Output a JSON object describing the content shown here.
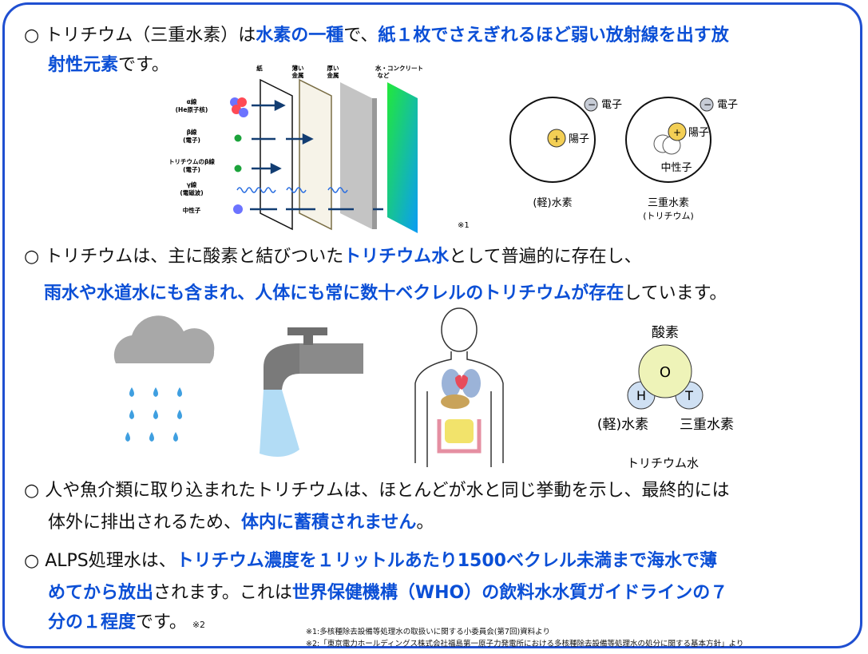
{
  "colors": {
    "accent": "#0b4fd6",
    "frame": "#1f4fd1"
  },
  "bullet": "○",
  "p1": {
    "a": "トリチウム（三重水素）は",
    "b": "水素の一種",
    "c": "で、",
    "d": "紙１枚でさえぎれるほど弱い放射線を出す放",
    "e": "射性元素",
    "f": "です。"
  },
  "radiation": {
    "barriers": [
      "紙",
      "薄い",
      "金属",
      "厚い",
      "金属",
      "水・コンクリート",
      "など"
    ],
    "rays": [
      "α線",
      "(He原子核)",
      "β線",
      "(電子)",
      "トリチウムのβ線",
      "(電子)",
      "γ線",
      "(電磁波)",
      "中性子"
    ],
    "note": "※1"
  },
  "atoms": {
    "electron": "電子",
    "proton": "陽子",
    "neutron": "中性子",
    "light": "(軽)水素",
    "tritium": "三重水素",
    "tritium_sub": "(トリチウム)"
  },
  "p2": {
    "a": "トリチウムは、主に酸素と結びついた",
    "b": "トリチウム水",
    "c": "として普遍的に存在し、",
    "d": "雨水や水道水にも含まれ、人体にも常に数十ベクレルのトリチウムが存在",
    "e": "しています。"
  },
  "molecule": {
    "oxygen": "酸素",
    "o": "O",
    "h": "H",
    "t": "T",
    "light": "(軽)水素",
    "tritium": "三重水素",
    "water": "トリチウム水"
  },
  "p3": {
    "a": "人や魚介類に取り込まれたトリチウムは、ほとんどが水と同じ挙動を示し、最終的には",
    "b": "体外に排出されるため、",
    "c": "体内に蓄積されません",
    "d": "。"
  },
  "p4": {
    "a": "ALPS処理水は、",
    "b": "トリチウム濃度を１リットルあたり1500ベクレル未満まで海水で薄",
    "c": "めてから放出",
    "d": "されます。これは",
    "e": "世界保健機構（WHO）の飲料水水質ガイドラインの７",
    "f": "分の１程度",
    "g": "です。",
    "note": "※2"
  },
  "footnotes": [
    "※1:多核種除去設備等処理水の取扱いに関する小委員会(第7回)資料より",
    "※2:「東京電力ホールディングス株式会社福島第一原子力発電所における多核種除去設備等処理水の処分に関する基本方針」より"
  ]
}
